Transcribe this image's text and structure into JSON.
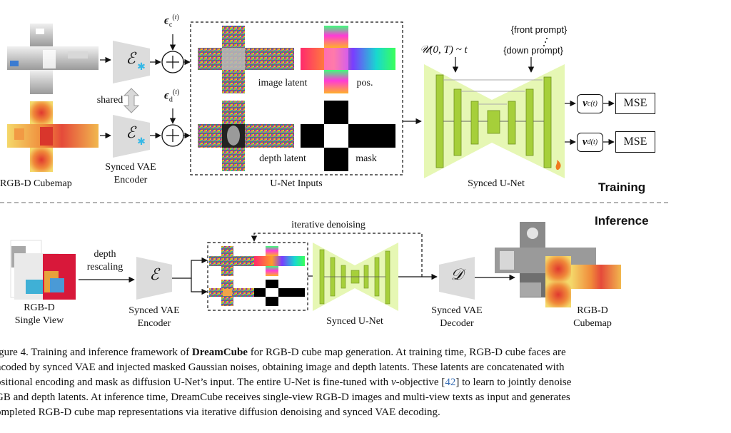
{
  "training": {
    "section_label": "Training",
    "input_label": "RGB-D Cubemap",
    "shared_label": "shared",
    "encoder_label_1": "Synced VAE",
    "encoder_label_2": "Encoder",
    "encoder_symbol": "ℰ",
    "noise_c": "c",
    "noise_d": "d",
    "noise_t": "t",
    "image_latent_label": "image latent",
    "pos_label": "pos.",
    "depth_latent_label": "depth latent",
    "mask_label": "mask",
    "unet_inputs_label": "U-Net Inputs",
    "timestep_label": "𝒰(0, T) ~ t",
    "front_prompt": "{front prompt}",
    "down_prompt": "{down prompt}",
    "unet_label": "Synced U-Net",
    "output_c": "c",
    "output_d": "d",
    "mse_label": "MSE"
  },
  "inference": {
    "section_label": "Inference",
    "input_label_1": "RGB-D",
    "input_label_2": "Single View",
    "rescale_label_1": "depth",
    "rescale_label_2": "rescaling",
    "encoder_symbol": "ℰ",
    "encoder_label_1": "Synced VAE",
    "encoder_label_2": "Encoder",
    "denoise_label": "iterative denoising",
    "unet_label": "Synced U-Net",
    "decoder_symbol": "𝒟",
    "decoder_label_1": "Synced VAE",
    "decoder_label_2": "Decoder",
    "output_label_1": "RGB-D",
    "output_label_2": "Cubemap"
  },
  "caption": {
    "prefix": "igure 4. Training and inference framework of ",
    "bold": "DreamCube",
    "text_1": " for RGB-D cube map generation. At training time, RGB-D cube faces are",
    "line_2": "ncoded by synced VAE and injected masked Gaussian noises, obtaining image and depth latents. These latents are concatenated with",
    "line_3a": "ositional encoding and mask as diffusion U-Net’s input. The entire U-Net is fine-tuned with ",
    "v_symbol": "v",
    "line_3b": "-objective [",
    "citation": "42",
    "line_3c": "] to learn to jointly denoise",
    "line_4": "GB and depth latents. At inference time, DreamCube receives single-view RGB-D images and multi-view texts as input and generates",
    "line_5": "ompleted RGB-D cube map representations via iterative diffusion denoising and synced VAE decoding."
  },
  "colors": {
    "unet_bg": "#e6f7b4",
    "unet_block": "#a6cf3a",
    "encoder_gray": "#dcdcdc",
    "accent_star": "#35b8e6",
    "citation": "#3a6fb5"
  }
}
